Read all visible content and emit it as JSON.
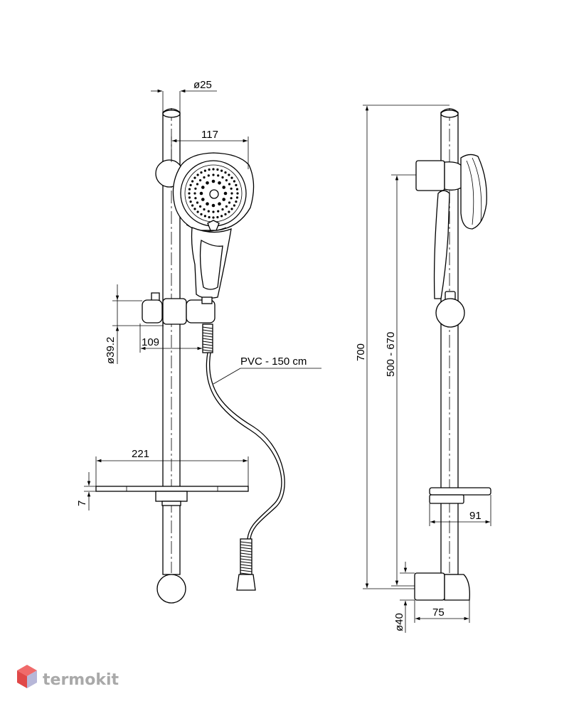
{
  "dimensions": {
    "pipe_diameter": "ø25",
    "head_width": "117",
    "holder_diameter": "ø39.2",
    "holder_depth": "109",
    "hose": "PVC - 150 cm",
    "shelf_width": "221",
    "shelf_thickness": "7",
    "total_height": "700",
    "adjust_range": "500 - 670",
    "bracket_top": "91",
    "bracket_bottom_diameter": "ø40",
    "bracket_bottom_depth": "75"
  },
  "logo": {
    "text": "termokit",
    "colors": {
      "top": "#f06a6a",
      "left": "#e04848",
      "right": "#b7b7d8"
    }
  }
}
